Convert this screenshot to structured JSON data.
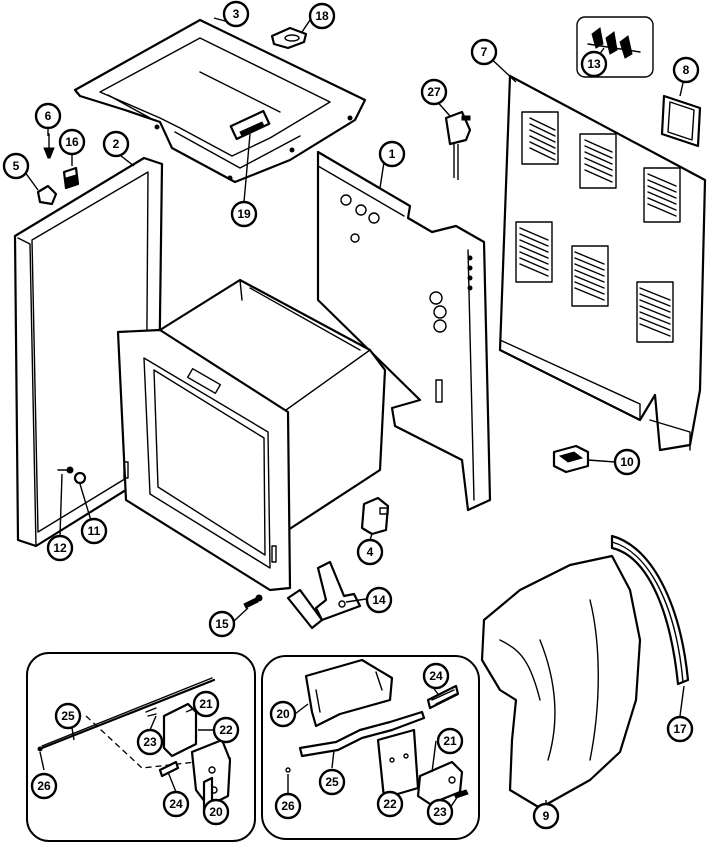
{
  "callouts": [
    {
      "id": "c3",
      "label": "3"
    },
    {
      "id": "c18",
      "label": "18"
    },
    {
      "id": "c13",
      "label": "13"
    },
    {
      "id": "c7",
      "label": "7"
    },
    {
      "id": "c8",
      "label": "8"
    },
    {
      "id": "c27",
      "label": "27"
    },
    {
      "id": "c6",
      "label": "6"
    },
    {
      "id": "c16",
      "label": "16"
    },
    {
      "id": "c2",
      "label": "2"
    },
    {
      "id": "c5",
      "label": "5"
    },
    {
      "id": "c1",
      "label": "1"
    },
    {
      "id": "c19",
      "label": "19"
    },
    {
      "id": "c10",
      "label": "10"
    },
    {
      "id": "c12",
      "label": "12"
    },
    {
      "id": "c11",
      "label": "11"
    },
    {
      "id": "c4",
      "label": "4"
    },
    {
      "id": "c14",
      "label": "14"
    },
    {
      "id": "c15",
      "label": "15"
    },
    {
      "id": "c17",
      "label": "17"
    },
    {
      "id": "c9",
      "label": "9"
    },
    {
      "id": "cl25",
      "label": "25"
    },
    {
      "id": "cl21",
      "label": "21"
    },
    {
      "id": "cl22",
      "label": "22"
    },
    {
      "id": "cl23",
      "label": "23"
    },
    {
      "id": "cl26",
      "label": "26"
    },
    {
      "id": "cl24",
      "label": "24"
    },
    {
      "id": "cl20",
      "label": "20"
    },
    {
      "id": "cr20",
      "label": "20"
    },
    {
      "id": "cr24",
      "label": "24"
    },
    {
      "id": "cr21",
      "label": "21"
    },
    {
      "id": "cr25",
      "label": "25"
    },
    {
      "id": "cr22",
      "label": "22"
    },
    {
      "id": "cr26",
      "label": "26"
    },
    {
      "id": "cr23",
      "label": "23"
    }
  ]
}
